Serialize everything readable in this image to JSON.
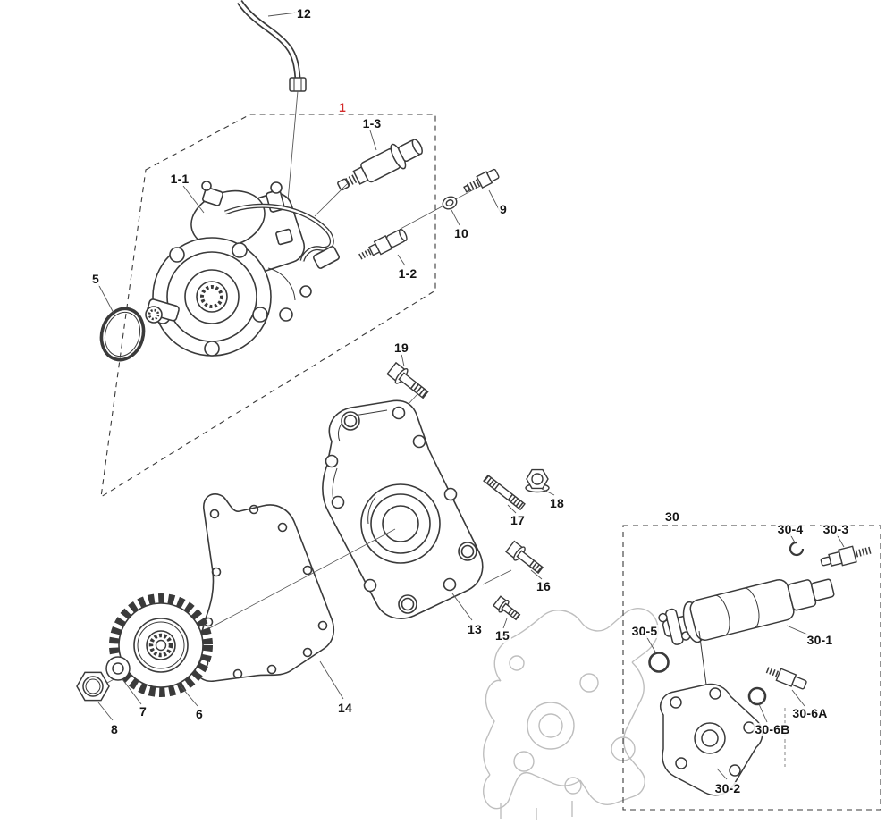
{
  "diagram": {
    "colors": {
      "background": "#ffffff",
      "line": "#3a3a3a",
      "accent": "#d42a2a",
      "faint": "#b8b8b8"
    },
    "labels": [
      {
        "id": "12",
        "text": "12"
      },
      {
        "id": "1",
        "text": "1"
      },
      {
        "id": "1-3",
        "text": "1-3"
      },
      {
        "id": "1-1",
        "text": "1-1"
      },
      {
        "id": "9",
        "text": "9"
      },
      {
        "id": "10",
        "text": "10"
      },
      {
        "id": "1-2",
        "text": "1-2"
      },
      {
        "id": "5",
        "text": "5"
      },
      {
        "id": "19",
        "text": "19"
      },
      {
        "id": "18",
        "text": "18"
      },
      {
        "id": "17",
        "text": "17"
      },
      {
        "id": "16",
        "text": "16"
      },
      {
        "id": "13",
        "text": "13"
      },
      {
        "id": "15",
        "text": "15"
      },
      {
        "id": "14",
        "text": "14"
      },
      {
        "id": "6",
        "text": "6"
      },
      {
        "id": "7",
        "text": "7"
      },
      {
        "id": "8",
        "text": "8"
      },
      {
        "id": "30",
        "text": "30"
      },
      {
        "id": "30-4",
        "text": "30-4"
      },
      {
        "id": "30-3",
        "text": "30-3"
      },
      {
        "id": "30-5",
        "text": "30-5"
      },
      {
        "id": "30-1",
        "text": "30-1"
      },
      {
        "id": "30-6A",
        "text": "30-6A"
      },
      {
        "id": "30-6B",
        "text": "30-6B"
      },
      {
        "id": "30-2",
        "text": "30-2"
      }
    ]
  }
}
